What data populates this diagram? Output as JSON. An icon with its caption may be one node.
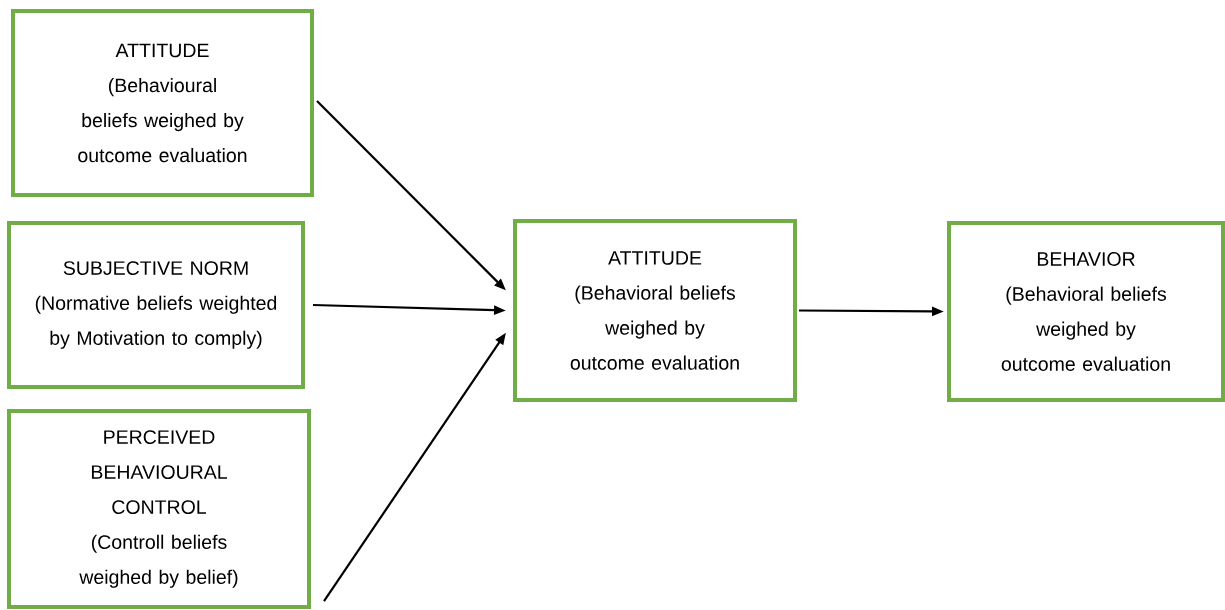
{
  "diagram": {
    "nodes": [
      {
        "text": [
          "ATTITUDE",
          "(Behavioural beliefs weighed by outcome evaluation"
        ]
      },
      {
        "text": [
          "SUBJECTIVE NORM",
          "(Normative beliefs weighted by Motivation to comply)"
        ]
      },
      {
        "text": [
          "PERCEIVED BEHAVIOURAL CONTROL (Controll beliefs weighed by belief)"
        ]
      },
      {
        "text": [
          "ATTITUDE",
          "(Behavioral beliefs weighed by outcome evaluation"
        ]
      },
      {
        "text": [
          "BEHAVIOR",
          "(Behavioral beliefs weighed by outcome evaluation"
        ]
      }
    ],
    "edges": [
      {
        "from": 0,
        "to": 3,
        "arrow": "to"
      },
      {
        "from": 1,
        "to": 3,
        "arrow": "to"
      },
      {
        "from": 2,
        "to": 3,
        "arrow": "to"
      },
      {
        "from": 3,
        "to": 4,
        "arrow": "to"
      }
    ]
  }
}
